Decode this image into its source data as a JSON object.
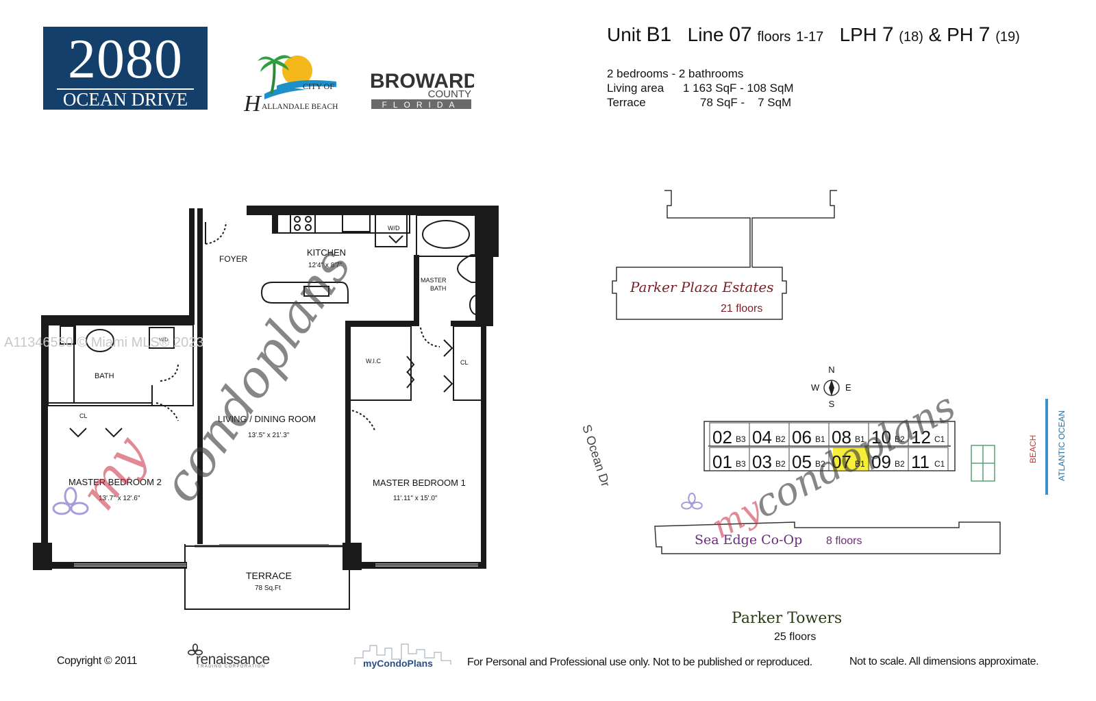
{
  "header": {
    "logo_2080": {
      "number": "2080",
      "subtitle": "OCEAN DRIVE",
      "bg_color": "#143f6b"
    },
    "logo_hallandale": {
      "line1": "CITY OF",
      "line2": "ALLANDALE BEACH",
      "initial": "H"
    },
    "logo_broward": {
      "line1": "BROWARD",
      "line2": "COUNTY",
      "line3": "FLORIDA"
    },
    "unit": {
      "unit_label": "Unit",
      "unit_value": "B1",
      "line_label": "Line",
      "line_value": "07",
      "floors_label": "floors",
      "floors_value": "1-17",
      "lph_label": "LPH",
      "lph_value": "7",
      "lph_floor": "(18)",
      "amp": "&",
      "ph_label": "PH",
      "ph_value": "7",
      "ph_floor": "(19)"
    },
    "specs": {
      "beds_baths": "2 bedrooms - 2 bathrooms",
      "living_label": "Living area",
      "living_value": "1 163 SqF - 108 SqM",
      "terrace_label": "Terrace",
      "terrace_value": "78 SqF -    7 SqM"
    }
  },
  "floorplan": {
    "foyer": "FOYER",
    "kitchen": "KITCHEN",
    "kitchen_dim": "12'4\" x 8'7\"",
    "wd": "W/D",
    "master_bath": "MASTER",
    "master_bath2": "BATH",
    "bath": "BATH",
    "wd2": "W/D",
    "wic": "W.I.C",
    "cl1": "CL",
    "cl2": "CL",
    "living": "LIVING / DINING ROOM",
    "living_dim": "13'.5\" x 21'.3\"",
    "mb2": "MASTER BEDROOM  2",
    "mb2_dim": "13'.7\" x 12'.6\"",
    "mb1": "MASTER BEDROOM 1",
    "mb1_dim": "11'.11\" x 15'.0\"",
    "terrace": "TERRACE",
    "terrace_dim": "78 Sq.Ft"
  },
  "siteplan": {
    "parker_plaza": "Parker Plaza Estates",
    "parker_plaza_floors": "21 floors",
    "street": "S Ocean Dr",
    "compass": {
      "n": "N",
      "s": "S",
      "e": "E",
      "w": "W"
    },
    "top_units": [
      {
        "num": "02",
        "type": "B3"
      },
      {
        "num": "04",
        "type": "B2"
      },
      {
        "num": "06",
        "type": "B1"
      },
      {
        "num": "08",
        "type": "B1"
      },
      {
        "num": "10",
        "type": "B2"
      },
      {
        "num": "12",
        "type": "C1"
      }
    ],
    "bottom_units": [
      {
        "num": "01",
        "type": "B3"
      },
      {
        "num": "03",
        "type": "B2"
      },
      {
        "num": "05",
        "type": "B2"
      },
      {
        "num": "07",
        "type": "B1",
        "highlight": true
      },
      {
        "num": "09",
        "type": "B2"
      },
      {
        "num": "11",
        "type": "C1"
      }
    ],
    "highlight_color": "#f6ee3a",
    "beach": "BEACH",
    "ocean": "ATLANTIC OCEAN",
    "sea_edge": "Sea Edge Co-Op",
    "sea_edge_floors": "8 floors",
    "parker_towers": "Parker Towers",
    "parker_towers_floors": "25 floors"
  },
  "watermarks": {
    "mls": "A11346550 © Miami MLS® 2023",
    "mycondo_a": "my",
    "mycondo_b": "condoplans"
  },
  "footer": {
    "copyright": "Copyright © 2011",
    "renaissance": "renaissance",
    "renaissance_sub": "TRADING CORPORATION",
    "mycondoplans": "myCondoPlans",
    "personal": "For Personal and Professional use only.  Not to be published or reproduced.",
    "scale": "Not to scale.  All dimensions approximate."
  }
}
